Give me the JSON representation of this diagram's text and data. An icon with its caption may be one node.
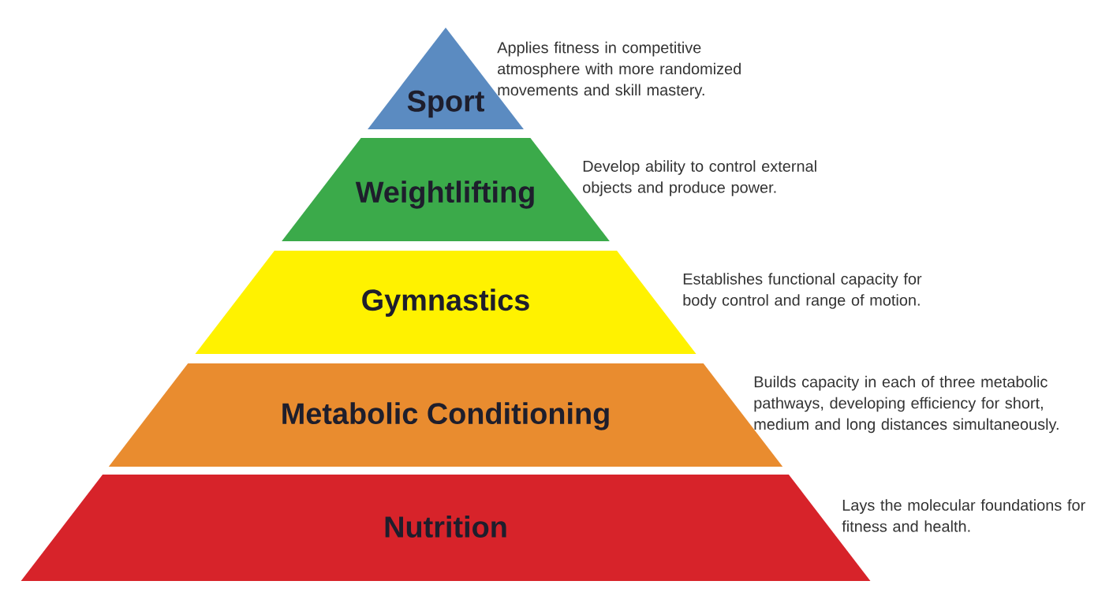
{
  "diagram": {
    "nodes": [
      {
        "text": [
          "Sport"
        ],
        "beside": [
          "Applies fitness in competitive atmosphere with more randomized movements and skill mastery."
        ]
      },
      {
        "text": [
          "Weightlifting"
        ],
        "beside": [
          "Develop ability to control external objects and produce power."
        ]
      },
      {
        "text": [
          "Gymnastics"
        ],
        "beside": [
          "Establishes functional capacity for body control and range of motion."
        ]
      },
      {
        "text": [
          "Metabolic Conditioning"
        ],
        "beside": [
          "Builds capacity in each of three metabolic pathways, developing efficiency for short, medium and long distances simultaneously."
        ]
      },
      {
        "text": [
          "Nutrition"
        ],
        "beside": [
          "Lays the molecular foundations for fitness and health."
        ]
      }
    ]
  }
}
